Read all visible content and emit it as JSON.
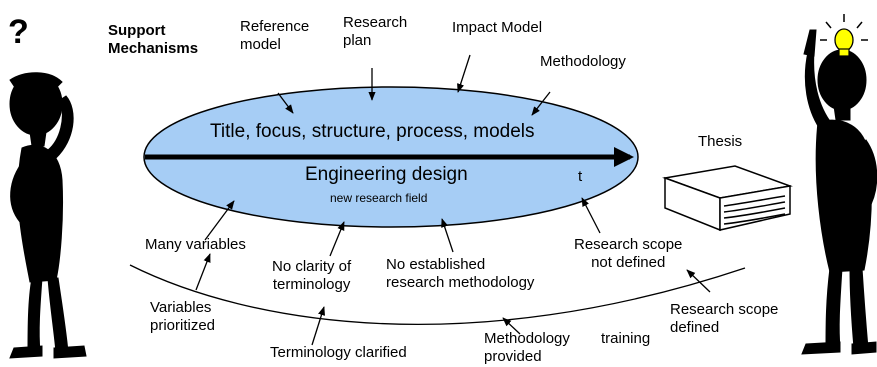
{
  "labels": {
    "support_mechanisms": "Support\nMechanisms",
    "reference_model": "Reference\nmodel",
    "research_plan": "Research\nplan",
    "impact_model": "Impact Model",
    "methodology": "Methodology",
    "ellipse_top": "Title, focus, structure, process, models",
    "engineering_design": "Engineering design",
    "new_research_field": "new research field",
    "time_axis": "t",
    "thesis": "Thesis",
    "many_variables": "Many variables",
    "no_clarity": "No clarity of\nterminology",
    "no_methodology": "No established\nresearch methodology",
    "scope_not_defined": "Research scope\nnot defined",
    "variables_prioritized": "Variables\nprioritized",
    "terminology_clarified": "Terminology clarified",
    "methodology_provided": "Methodology\nprovided",
    "training": "training",
    "scope_defined": "Research scope\ndefined",
    "question_mark": "?"
  },
  "colors": {
    "ellipse_fill": "#a6cdf5",
    "ellipse_stroke": "#000000",
    "lightbulb": "#ffff00",
    "figure": "#000000"
  },
  "icons": {
    "left_figure": "confused-thinker-icon",
    "right_figure": "idea-thinker-icon",
    "lightbulb": "lightbulb-icon",
    "book": "thesis-book-icon"
  }
}
